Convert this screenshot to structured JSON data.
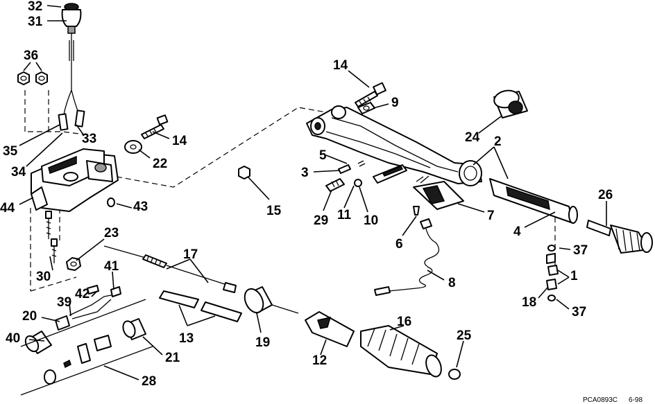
{
  "diagram": {
    "type": "exploded parts diagram",
    "callouts": {
      "c1": "1",
      "c2": "2",
      "c3": "3",
      "c4": "4",
      "c5": "5",
      "c6": "6",
      "c7": "7",
      "c8": "8",
      "c9": "9",
      "c10": "10",
      "c11": "11",
      "c12": "12",
      "c13": "13",
      "c14a": "14",
      "c14b": "14",
      "c15": "15",
      "c16": "16",
      "c17": "17",
      "c18": "18",
      "c19": "19",
      "c20": "20",
      "c21": "21",
      "c22": "22",
      "c23": "23",
      "c24": "24",
      "c25": "25",
      "c26": "26",
      "c28": "28",
      "c29": "29",
      "c30": "30",
      "c31": "31",
      "c32": "32",
      "c33": "33",
      "c34": "34",
      "c35": "35",
      "c36": "36",
      "c37a": "37",
      "c37b": "37",
      "c39": "39",
      "c40": "40",
      "c41": "41",
      "c42": "42",
      "c43": "43",
      "c44": "44"
    },
    "footer": {
      "code": "PCA0893C",
      "date": "6-98"
    }
  }
}
